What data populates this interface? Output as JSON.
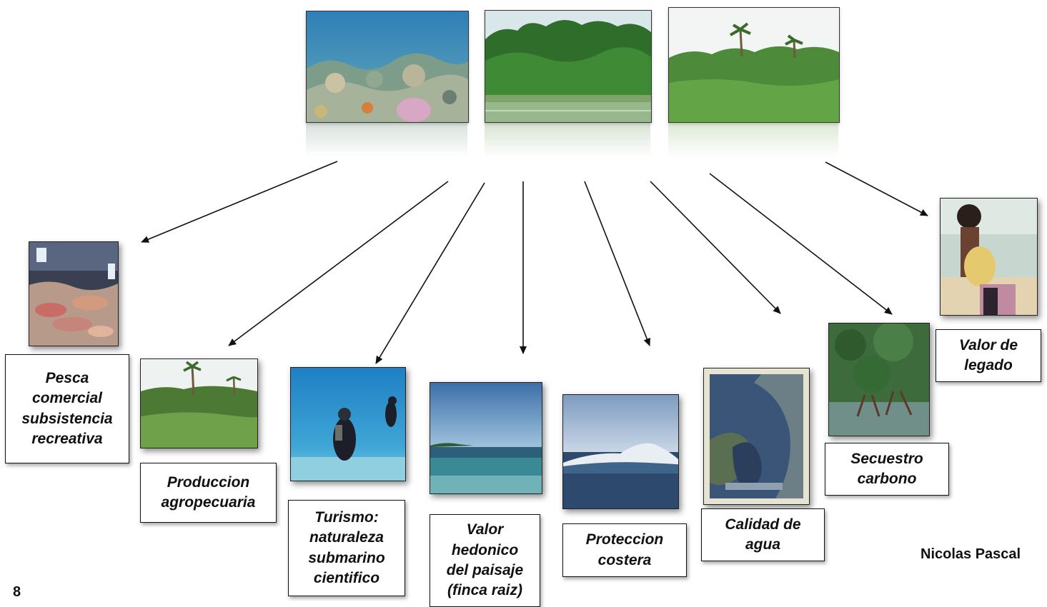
{
  "diagram": {
    "top_images": [
      {
        "name": "coral-reef-photo"
      },
      {
        "name": "mangrove-photo"
      },
      {
        "name": "coastal-vegetation-photo"
      }
    ],
    "services": [
      {
        "id": "pesca",
        "label": "Pesca\ncomercial\nsubsistencia\nrecreativa"
      },
      {
        "id": "produccion",
        "label": "Produccion\nagropecuaria"
      },
      {
        "id": "turismo",
        "label": "Turismo:\nnaturaleza\nsubmarino\ncientifico"
      },
      {
        "id": "valor-hedonico",
        "label": "Valor\nhedonico\ndel paisaje\n(finca raiz)"
      },
      {
        "id": "proteccion",
        "label": "Proteccion\ncostera"
      },
      {
        "id": "calidad",
        "label": "Calidad de\nagua"
      },
      {
        "id": "secuestro",
        "label": "Secuestro\ncarbono"
      },
      {
        "id": "legado",
        "label": "Valor de\nlegado"
      }
    ]
  },
  "footer": {
    "page_number": "8",
    "author": "Nicolas Pascal"
  }
}
